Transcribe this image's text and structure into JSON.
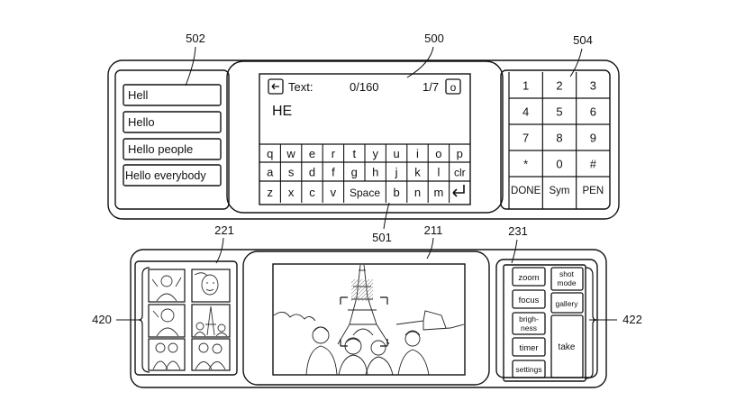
{
  "refs": {
    "top_left": "502",
    "top_center": "500",
    "top_right": "504",
    "top_bottom": "501",
    "bottom_left": "221",
    "bottom_center": "211",
    "bottom_right": "231",
    "side_left": "420",
    "side_right": "422"
  },
  "suggestions": [
    "Hell",
    "Hello",
    "Hello people",
    "Hello everybody"
  ],
  "message": {
    "label": "Text:",
    "count": "0/160",
    "page": "1/7",
    "entered": "HE"
  },
  "keyboard": {
    "row1": [
      "q",
      "w",
      "e",
      "r",
      "t",
      "y",
      "u",
      "i",
      "o",
      "p"
    ],
    "row2": [
      "a",
      "s",
      "d",
      "f",
      "g",
      "h",
      "j",
      "k",
      "l",
      "clr"
    ],
    "row3": [
      "z",
      "x",
      "c",
      "v",
      "Space",
      "b",
      "n",
      "m"
    ]
  },
  "numpad": {
    "keys": [
      "1",
      "2",
      "3",
      "4",
      "5",
      "6",
      "7",
      "8",
      "9",
      "*",
      "0",
      "#"
    ],
    "bottom": [
      "DONE",
      "Sym",
      "PEN"
    ]
  },
  "camera": {
    "zoom": "zoom",
    "shot_mode": [
      "shot",
      "mode"
    ],
    "focus": "focus",
    "gallery": "gallery",
    "brightness": [
      "brigh-",
      "ness"
    ],
    "timer": "timer",
    "settings": "settings",
    "take": "take"
  }
}
